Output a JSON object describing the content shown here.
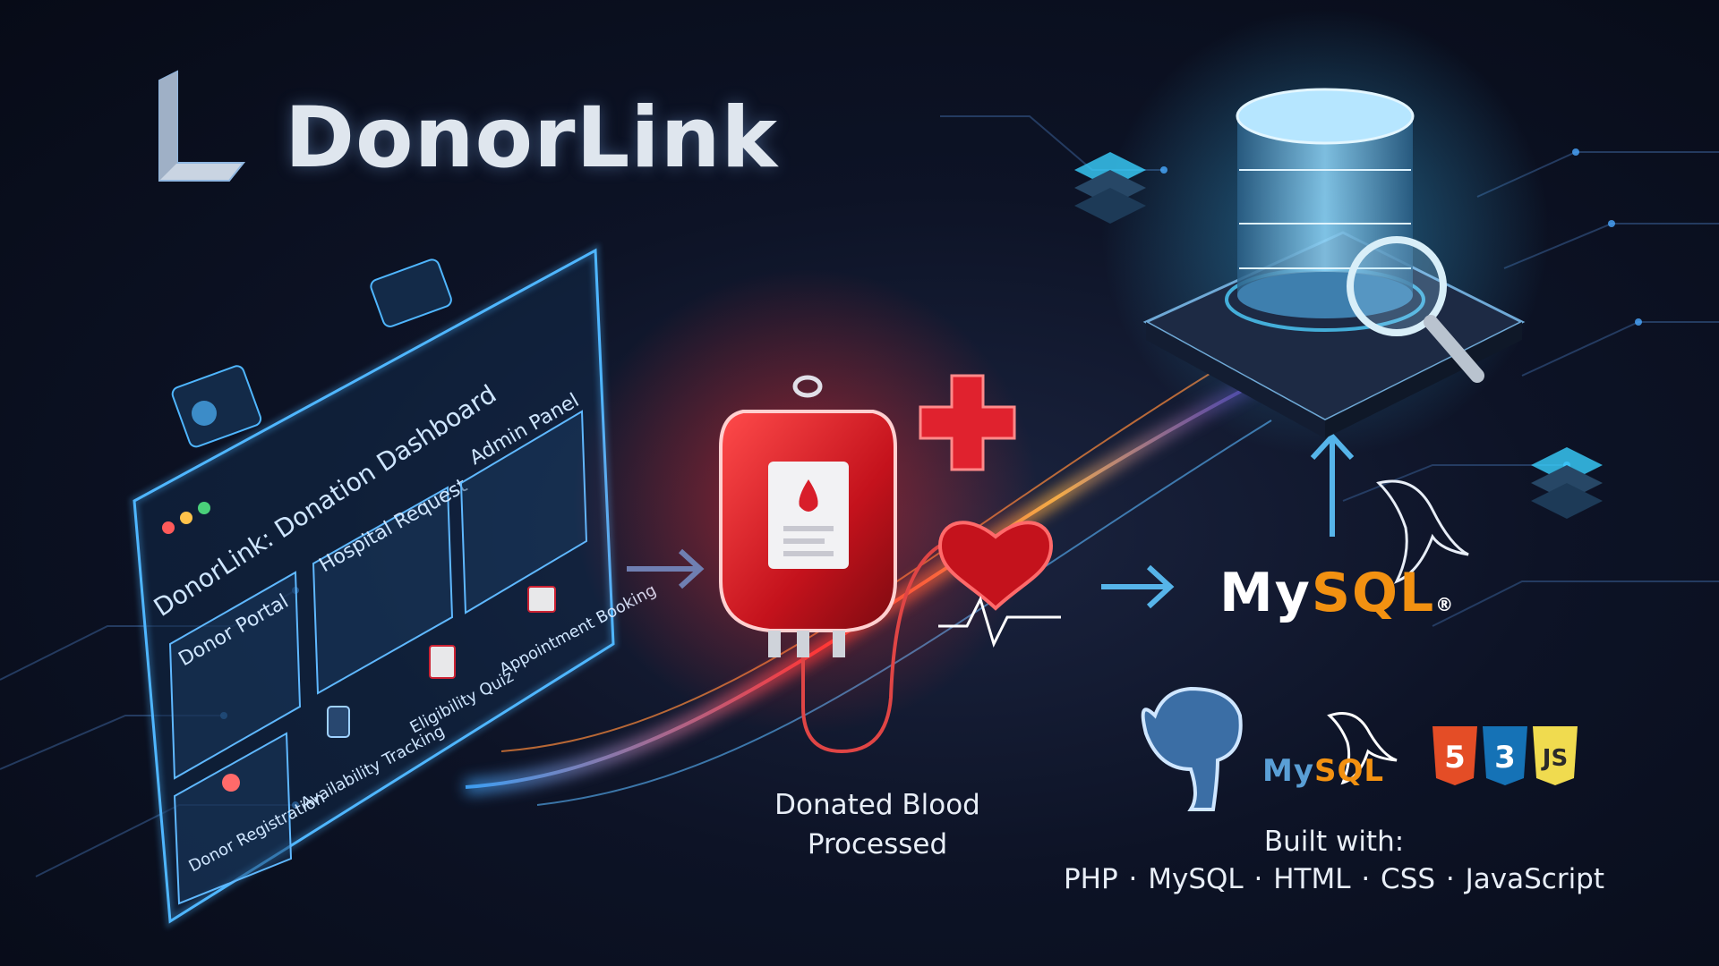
{
  "brand": {
    "name": "DonorLink",
    "accent_color": "#5fb8ff"
  },
  "dashboard": {
    "title": "DonorLink: Donation Dashboard",
    "cards": [
      {
        "label": "Donor Portal"
      },
      {
        "label": "Hospital Request"
      },
      {
        "label": "Admin Panel"
      },
      {
        "label": "Donor Registration",
        "icon": "donor-person-icon"
      },
      {
        "label": "Availability Tracking",
        "icon": "phone-icon"
      },
      {
        "label": "Eligibility Quiz",
        "icon": "clipboard-icon"
      },
      {
        "label": "Appointment Booking",
        "icon": "calendar-icon"
      }
    ]
  },
  "flow": {
    "blood_caption_line1": "Donated Blood",
    "blood_caption_line2": "Processed",
    "blood_color": "#d81e2a"
  },
  "database": {
    "brand_my": "My",
    "brand_sql": "SQL",
    "brand_reg": "®"
  },
  "stack": {
    "logos": [
      {
        "name": "postgresql-elephant-icon"
      },
      {
        "name": "mysql-dolphin-logo",
        "my": "My",
        "sql": "SQL"
      },
      {
        "name": "html5-css3-js-shields-icon",
        "html": "5",
        "css": "3",
        "js": "JS"
      }
    ],
    "built_title": "Built with:",
    "tech_list": "PHP · MySQL · HTML · CSS · JavaScript"
  }
}
